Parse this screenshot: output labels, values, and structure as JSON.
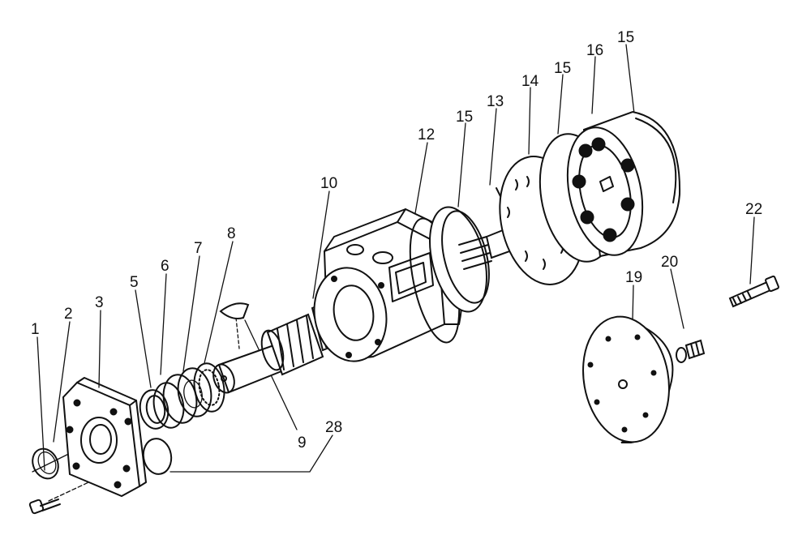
{
  "labels": {
    "p1": "1",
    "p2": "2",
    "p3": "3",
    "p5": "5",
    "p6": "6",
    "p7": "7",
    "p8": "8",
    "p9": "9",
    "p10": "10",
    "p12": "12",
    "p13": "13",
    "p14": "14",
    "p15a": "15",
    "p15b": "15",
    "p15c": "15",
    "p16": "16",
    "p19": "19",
    "p20": "20",
    "p22": "22",
    "p28": "28"
  }
}
